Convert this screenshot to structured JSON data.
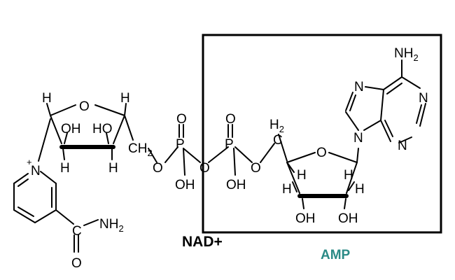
{
  "diagram": {
    "title": "NAD+",
    "box_label": "AMP",
    "box_label_color": "#2a8a86",
    "atoms": {
      "H": "H",
      "O": "O",
      "OH": "OH",
      "HO": "HO",
      "N": "N",
      "CH2": "CH",
      "H2": "H",
      "P": "P",
      "C": "C",
      "NH2": "NH",
      "sub2": "2",
      "plus": "+"
    }
  }
}
